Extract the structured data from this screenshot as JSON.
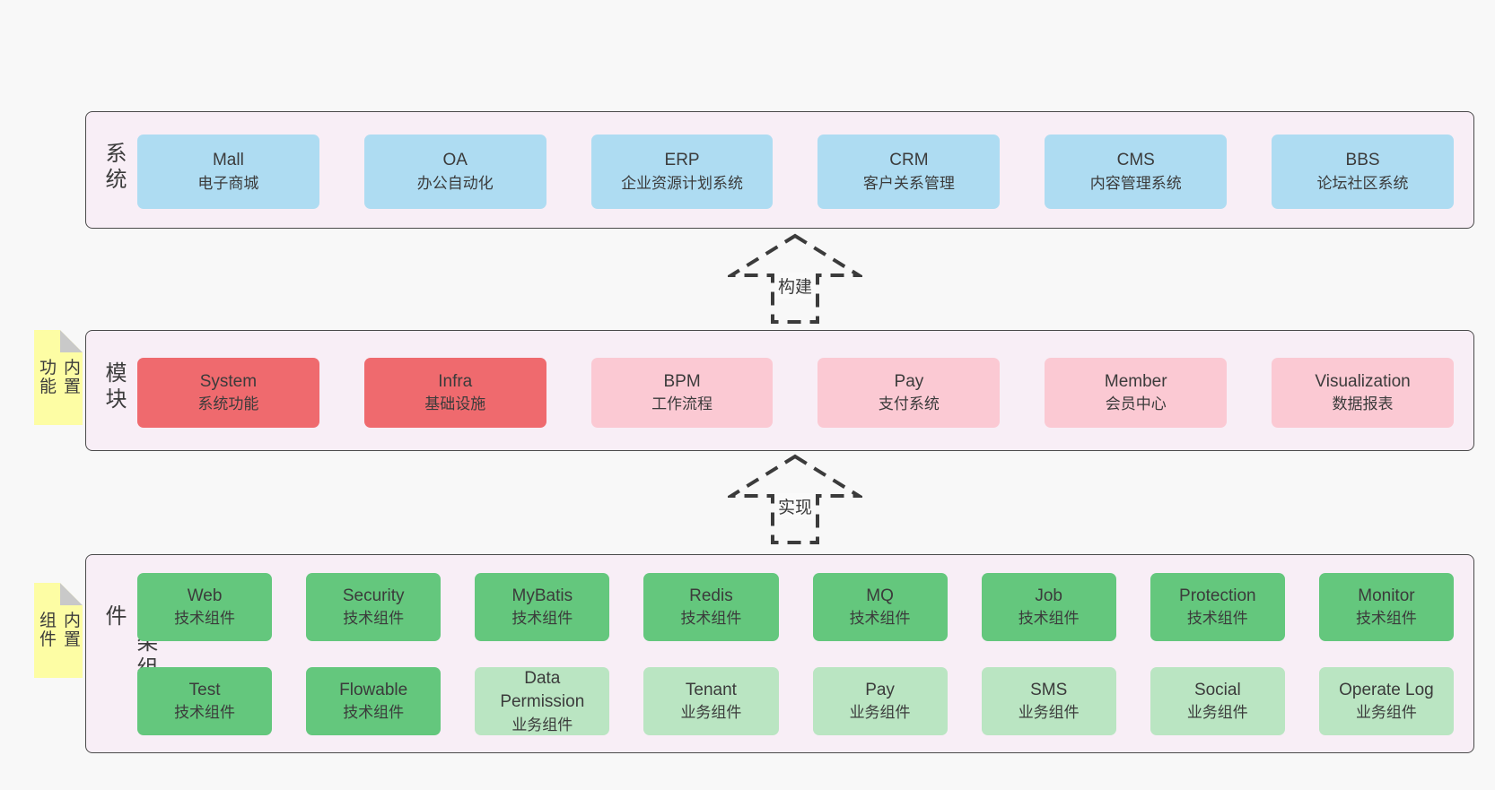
{
  "palette": {
    "page_bg": "#f8f8f8",
    "band_bg": "#f8eef6",
    "band_border": "#4a4a4a",
    "text": "#3b3b3b",
    "label_bg": "#fafafa",
    "sticky_yellow": "#fdfda4",
    "sticky_fold": "#c9c9c9",
    "blue": "#aedcf2",
    "red": "#ef6a6e",
    "pink": "#fbc9d3",
    "green": "#64c77d",
    "light_green": "#bae5c2"
  },
  "arrows": [
    {
      "label": "构建"
    },
    {
      "label": "实现"
    }
  ],
  "bands": {
    "business": {
      "label": "业务系统",
      "boxes": [
        {
          "title": "Mall",
          "subtitle": "电子商城"
        },
        {
          "title": "OA",
          "subtitle": "办公自动化"
        },
        {
          "title": "ERP",
          "subtitle": "企业资源计划系统"
        },
        {
          "title": "CRM",
          "subtitle": "客户关系管理"
        },
        {
          "title": "CMS",
          "subtitle": "内容管理系统"
        },
        {
          "title": "BBS",
          "subtitle": "论坛社区系统"
        }
      ]
    },
    "modules": {
      "label": "通用模块",
      "sticky": "内置功能",
      "boxes": [
        {
          "title": "System",
          "subtitle": "系统功能"
        },
        {
          "title": "Infra",
          "subtitle": "基础设施"
        },
        {
          "title": "BPM",
          "subtitle": "工作流程"
        },
        {
          "title": "Pay",
          "subtitle": "支付系统"
        },
        {
          "title": "Member",
          "subtitle": "会员中心"
        },
        {
          "title": "Visualization",
          "subtitle": "数据报表"
        }
      ]
    },
    "components": {
      "label": "框架组件",
      "sticky": "内置组件",
      "row1": [
        {
          "title": "Web",
          "subtitle": "技术组件"
        },
        {
          "title": "Security",
          "subtitle": "技术组件"
        },
        {
          "title": "MyBatis",
          "subtitle": "技术组件"
        },
        {
          "title": "Redis",
          "subtitle": "技术组件"
        },
        {
          "title": "MQ",
          "subtitle": "技术组件"
        },
        {
          "title": "Job",
          "subtitle": "技术组件"
        },
        {
          "title": "Protection",
          "subtitle": "技术组件"
        },
        {
          "title": "Monitor",
          "subtitle": "技术组件"
        }
      ],
      "row2": [
        {
          "title": "Test",
          "subtitle": "技术组件"
        },
        {
          "title": "Flowable",
          "subtitle": "技术组件"
        },
        {
          "title": "Data Permission",
          "subtitle": "业务组件"
        },
        {
          "title": "Tenant",
          "subtitle": "业务组件"
        },
        {
          "title": "Pay",
          "subtitle": "业务组件"
        },
        {
          "title": "SMS",
          "subtitle": "业务组件"
        },
        {
          "title": "Social",
          "subtitle": "业务组件"
        },
        {
          "title": "Operate Log",
          "subtitle": "业务组件"
        }
      ]
    }
  }
}
